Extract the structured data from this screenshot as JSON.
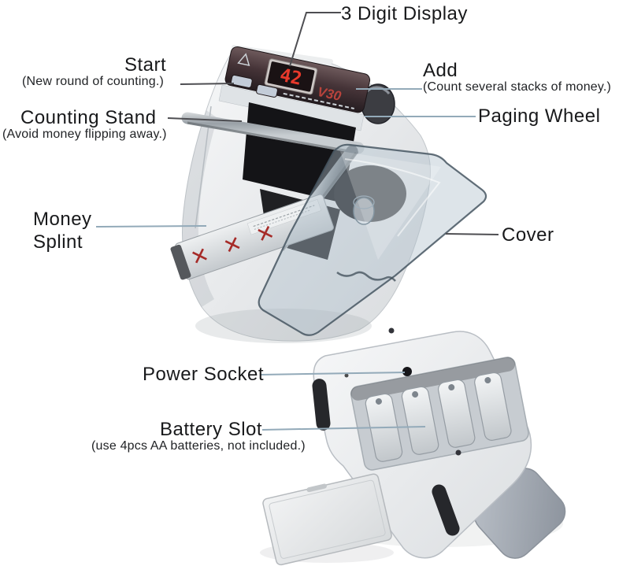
{
  "annotations": {
    "display": {
      "label": "3 Digit Display"
    },
    "start": {
      "label": "Start",
      "note": "(New round of counting.)"
    },
    "add": {
      "label": "Add",
      "note": "(Count several stacks of money.)"
    },
    "counting_stand": {
      "label": "Counting Stand",
      "note": "(Avoid money flipping away.)"
    },
    "paging_wheel": {
      "label": "Paging Wheel"
    },
    "money_splint": {
      "label": "Money\nSplint"
    },
    "cover": {
      "label": "Cover"
    },
    "power_socket": {
      "label": "Power Socket"
    },
    "battery_slot": {
      "label": "Battery Slot",
      "note": "(use 4pcs AA batteries, not included.)"
    }
  },
  "device_markings": {
    "display_value": "42",
    "model": "V30",
    "splint_marks": "✕ ✕ ✕"
  },
  "colors": {
    "label_text": "#18191b",
    "dark_leader": "#4e4e52",
    "light_leader": "#93aab9",
    "display_digits": "#e8392b",
    "splint_marks": "#a62b28",
    "panel_dark": "#2a2226",
    "body_light": "#f4f5f6"
  }
}
